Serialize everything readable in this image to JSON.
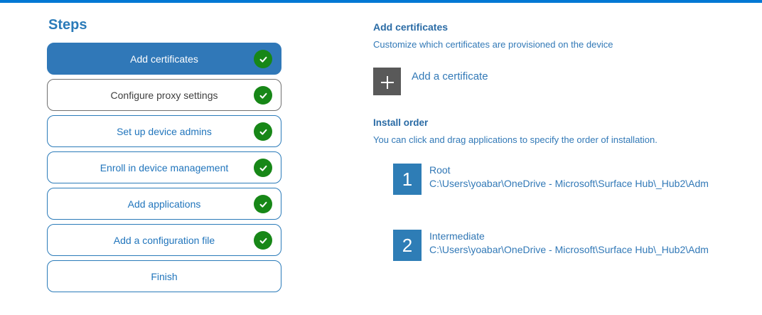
{
  "colors": {
    "top_accent": "#0078d4",
    "selected_step_bg": "#3078b8",
    "step_border_blue": "#2b7bb9",
    "step_text_blue": "#2175bc",
    "check_green": "#178717",
    "plus_tile_gray": "#595959",
    "number_tile_blue": "#2e7db6"
  },
  "steps_panel": {
    "title": "Steps",
    "items": [
      {
        "label": "Add certificates",
        "state": "selected",
        "completed": true
      },
      {
        "label": "Configure proxy settings",
        "state": "hovered",
        "completed": true
      },
      {
        "label": "Set up device admins",
        "state": "normal",
        "completed": true
      },
      {
        "label": "Enroll in device management",
        "state": "normal",
        "completed": true
      },
      {
        "label": "Add applications",
        "state": "normal",
        "completed": true
      },
      {
        "label": "Add a configuration file",
        "state": "normal",
        "completed": true
      },
      {
        "label": "Finish",
        "state": "normal",
        "completed": false
      }
    ]
  },
  "content": {
    "title": "Add certificates",
    "subtitle": "Customize which certificates are provisioned on the device",
    "add_button": {
      "icon": "plus-icon",
      "label": "Add a certificate"
    },
    "install_order": {
      "title": "Install order",
      "description": "You can click and drag applications to specify the order of installation.",
      "items": [
        {
          "number": "1",
          "name": "Root",
          "path": "C:\\Users\\yoabar\\OneDrive - Microsoft\\Surface Hub\\_Hub2\\Adm"
        },
        {
          "number": "2",
          "name": "Intermediate",
          "path": "C:\\Users\\yoabar\\OneDrive - Microsoft\\Surface Hub\\_Hub2\\Adm"
        }
      ]
    }
  }
}
